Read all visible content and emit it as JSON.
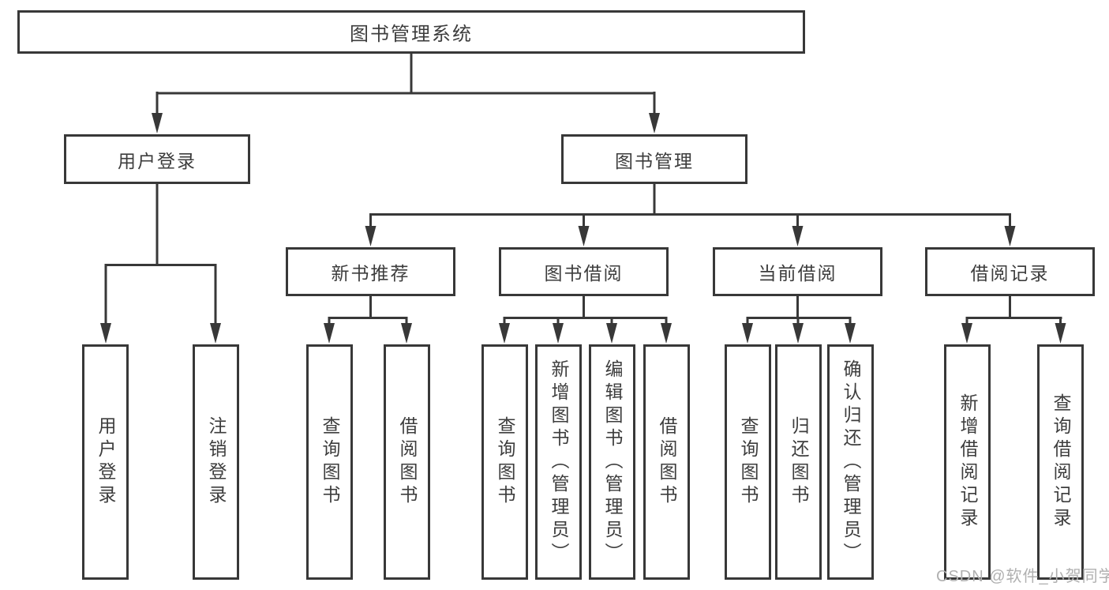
{
  "colors": {
    "line": "#383838",
    "box_border": "#383838",
    "box_background": "#ffffff",
    "text": "#3d3d3d",
    "watermark": "#b0b0b0",
    "page_background": "#ffffff"
  },
  "watermark": "CSDN @软件_小贺同学",
  "tree": {
    "label": "图书管理系统",
    "children": [
      {
        "label": "用户登录",
        "leaves": [
          "用户登录",
          "注销登录"
        ]
      },
      {
        "label": "图书管理",
        "children": [
          {
            "label": "新书推荐",
            "leaves": [
              "查询图书",
              "借阅图书"
            ]
          },
          {
            "label": "图书借阅",
            "leaves": [
              "查询图书",
              "新增图书（管理员）",
              "编辑图书（管理员）",
              "借阅图书"
            ]
          },
          {
            "label": "当前借阅",
            "leaves": [
              "查询图书",
              "归还图书",
              "确认归还（管理员）"
            ]
          },
          {
            "label": "借阅记录",
            "leaves": [
              "新增借阅记录",
              "查询借阅记录"
            ]
          }
        ]
      }
    ]
  }
}
